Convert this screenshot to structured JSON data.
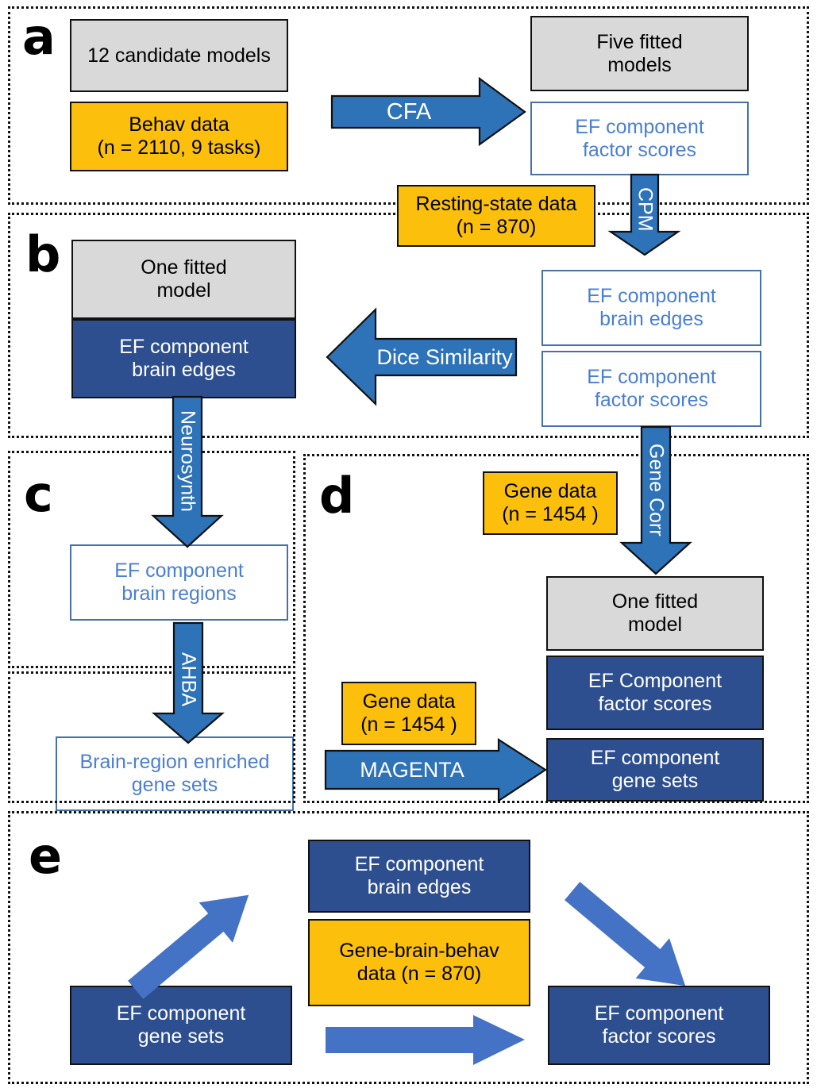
{
  "figure": {
    "title": "Study workflow: EF component analysis across behavior, brain, and gene data",
    "colors": {
      "grey_box": "#d9d9d9",
      "orange_box": "#fcc00c",
      "navy_box": "#2e4f8f",
      "outline_border": "#4472a8",
      "outline_text": "#4a7fd4",
      "arrow_blue": "#2e72b8",
      "arrow_light_blue": "#4472c4",
      "panel_border": "#111111"
    }
  },
  "panels": {
    "a": {
      "letter": "a",
      "boxes": {
        "candidate_models": "12 candidate models",
        "behav_data_line1": "Behav data",
        "behav_data_line2": "(n = 2110, 9 tasks)",
        "five_fitted_line1": "Five fitted",
        "five_fitted_line2": "models",
        "ef_factor_scores_line1": "EF component",
        "ef_factor_scores_line2": "factor scores"
      },
      "arrows": {
        "cfa": "CFA"
      }
    },
    "bridge": {
      "resting_state_line1": "Resting-state data",
      "resting_state_line2": "(n = 870)",
      "cpm": "CPM"
    },
    "b": {
      "letter": "b",
      "boxes": {
        "one_fitted_line1": "One fitted",
        "one_fitted_line2": "model",
        "ef_brain_edges_line1": "EF component",
        "ef_brain_edges_line2": "brain edges",
        "ef_brain_edges_right_line1": "EF component",
        "ef_brain_edges_right_line2": "brain edges",
        "ef_factor_scores_line1": "EF component",
        "ef_factor_scores_line2": "factor scores"
      },
      "arrows": {
        "dice_similarity": "Dice Similarity",
        "neurosynth": "Neurosynth",
        "gene_corr": "Gene Corr"
      }
    },
    "c": {
      "letter": "c",
      "boxes": {
        "ef_brain_regions_line1": "EF component",
        "ef_brain_regions_line2": "brain regions",
        "gene_sets_line1": "Brain-region enriched",
        "gene_sets_line2": "gene sets"
      },
      "arrows": {
        "ahba": "AHBA"
      }
    },
    "d": {
      "letter": "d",
      "boxes": {
        "gene_data_top_line1": "Gene data",
        "gene_data_top_line2": "(n = 1454 )",
        "gene_data_bottom_line1": "Gene data",
        "gene_data_bottom_line2": "(n = 1454 )",
        "one_fitted_line1": "One fitted",
        "one_fitted_line2": "model",
        "ef_factor_scores_line1": "EF Component",
        "ef_factor_scores_line2": "factor scores",
        "ef_gene_sets_line1": "EF component",
        "ef_gene_sets_line2": "gene sets"
      },
      "arrows": {
        "magenta": "MAGENTA"
      }
    },
    "e": {
      "letter": "e",
      "boxes": {
        "ef_brain_edges_line1": "EF component",
        "ef_brain_edges_line2": "brain edges",
        "gene_brain_behav_line1": "Gene-brain-behav",
        "gene_brain_behav_line2": "data (n = 870)",
        "ef_gene_sets_line1": "EF component",
        "ef_gene_sets_line2": "gene sets",
        "ef_factor_scores_line1": "EF component",
        "ef_factor_scores_line2": "factor scores"
      }
    }
  }
}
